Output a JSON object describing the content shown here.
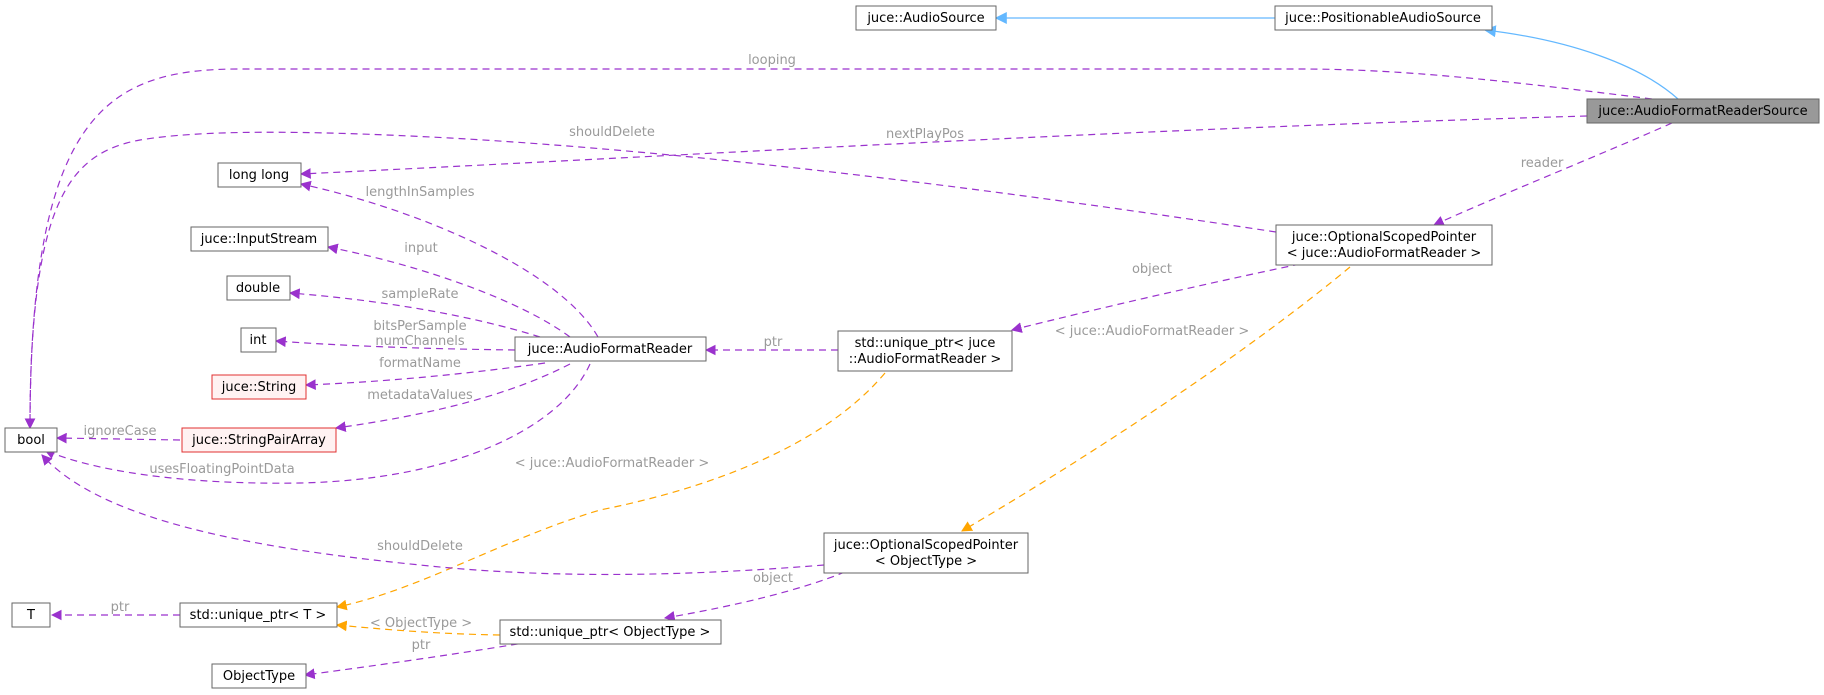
{
  "nodes": {
    "audio_format_reader_source": "juce::AudioFormatReaderSource",
    "positionable_audio_source": "juce::PositionableAudioSource",
    "audio_source": "juce::AudioSource",
    "bool": "bool",
    "long_long": "long long",
    "input_stream": "juce::InputStream",
    "double": "double",
    "int": "int",
    "string": "juce::String",
    "string_pair_array": "juce::StringPairArray",
    "audio_format_reader": "juce::AudioFormatReader",
    "unique_ptr_afr": [
      "std::unique_ptr< juce",
      "::AudioFormatReader >"
    ],
    "optional_scoped_pointer_afr": [
      "juce::OptionalScopedPointer",
      "< juce::AudioFormatReader >"
    ],
    "optional_scoped_pointer_t": [
      "juce::OptionalScopedPointer",
      "< ObjectType >"
    ],
    "t": "T",
    "unique_ptr_t": "std::unique_ptr< T >",
    "unique_ptr_objecttype": "std::unique_ptr< ObjectType >",
    "object_type": "ObjectType"
  },
  "edge_labels": {
    "looping": "looping",
    "should_delete_top": "shouldDelete",
    "next_play_pos": "nextPlayPos",
    "reader": "reader",
    "length_in_samples": "lengthInSamples",
    "input": "input",
    "sample_rate": "sampleRate",
    "bits_per_sample": "bitsPerSample",
    "num_channels": "numChannels",
    "format_name": "formatName",
    "metadata_values": "metadataValues",
    "uses_floating_point_data": "usesFloatingPointData",
    "ignore_case": "ignoreCase",
    "object_top": "object",
    "ptr_top": "ptr",
    "tmpl_afr_top": "< juce::AudioFormatReader >",
    "tmpl_afr_bottom": "< juce::AudioFormatReader >",
    "should_delete_bottom": "shouldDelete",
    "object_bottom": "object",
    "ptr_t": "ptr",
    "tmpl_objecttype": "< ObjectType >",
    "ptr_bottom": "ptr"
  },
  "colors": {
    "usage_edge": "#9a32cd",
    "template_edge": "#ffa500",
    "inherit_edge": "#63b8ff",
    "focus_node_fill": "#999999",
    "missing_node_border": "#e03030"
  }
}
